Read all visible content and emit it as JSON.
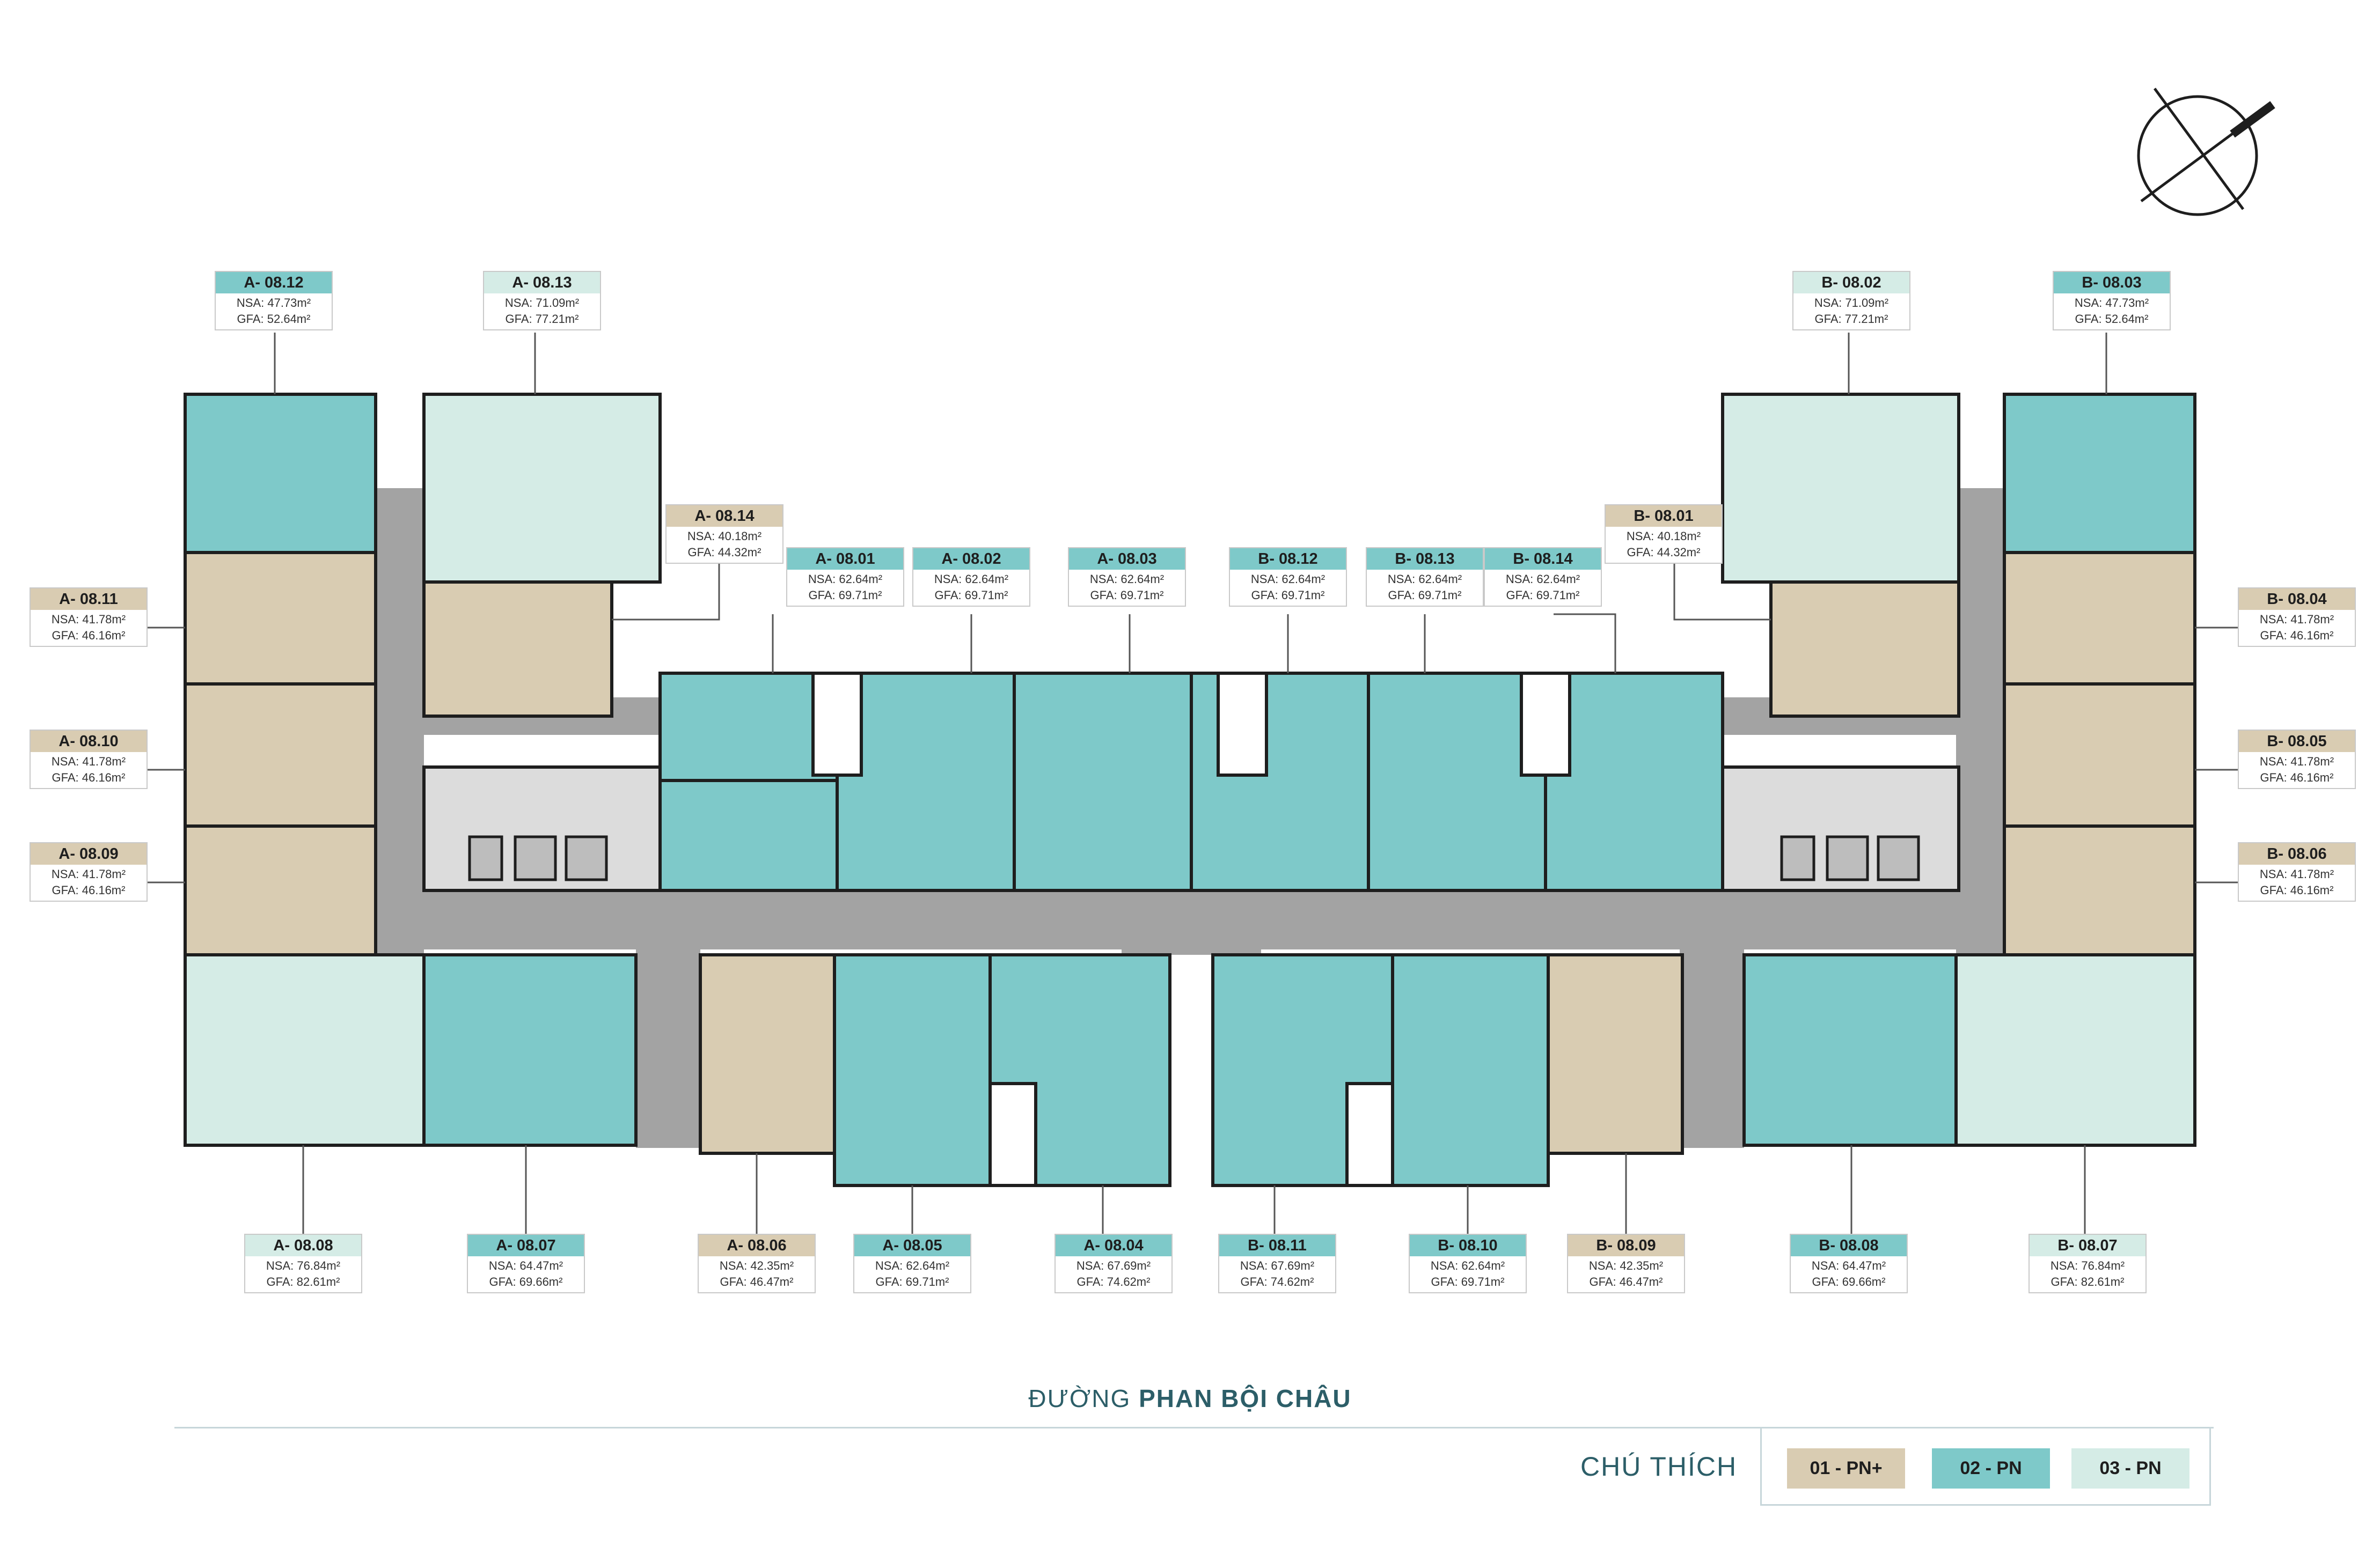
{
  "units": [
    {
      "code": "A- 08.12",
      "nsa": "NSA: 47.73m²",
      "gfa": "GFA: 52.64m²",
      "type": "02 - PN"
    },
    {
      "code": "A- 08.13",
      "nsa": "NSA: 71.09m²",
      "gfa": "GFA: 77.21m²",
      "type": "03 - PN"
    },
    {
      "code": "A- 08.14",
      "nsa": "NSA: 40.18m²",
      "gfa": "GFA: 44.32m²",
      "type": "01 - PN+"
    },
    {
      "code": "A- 08.11",
      "nsa": "NSA: 41.78m²",
      "gfa": "GFA: 46.16m²",
      "type": "01 - PN+"
    },
    {
      "code": "A- 08.10",
      "nsa": "NSA: 41.78m²",
      "gfa": "GFA: 46.16m²",
      "type": "01 - PN+"
    },
    {
      "code": "A- 08.09",
      "nsa": "NSA: 41.78m²",
      "gfa": "GFA: 46.16m²",
      "type": "01 - PN+"
    },
    {
      "code": "A- 08.01",
      "nsa": "NSA: 62.64m²",
      "gfa": "GFA: 69.71m²",
      "type": "02 - PN"
    },
    {
      "code": "A- 08.02",
      "nsa": "NSA: 62.64m²",
      "gfa": "GFA: 69.71m²",
      "type": "02 - PN"
    },
    {
      "code": "A- 08.03",
      "nsa": "NSA: 62.64m²",
      "gfa": "GFA: 69.71m²",
      "type": "02 - PN"
    },
    {
      "code": "B- 08.12",
      "nsa": "NSA: 62.64m²",
      "gfa": "GFA: 69.71m²",
      "type": "02 - PN"
    },
    {
      "code": "B- 08.13",
      "nsa": "NSA: 62.64m²",
      "gfa": "GFA: 69.71m²",
      "type": "02 - PN"
    },
    {
      "code": "B- 08.14",
      "nsa": "NSA: 62.64m²",
      "gfa": "GFA: 69.71m²",
      "type": "02 - PN"
    },
    {
      "code": "B- 08.01",
      "nsa": "NSA: 40.18m²",
      "gfa": "GFA: 44.32m²",
      "type": "01 - PN+"
    },
    {
      "code": "B- 08.02",
      "nsa": "NSA: 71.09m²",
      "gfa": "GFA: 77.21m²",
      "type": "03 - PN"
    },
    {
      "code": "B- 08.03",
      "nsa": "NSA: 47.73m²",
      "gfa": "GFA: 52.64m²",
      "type": "02 - PN"
    },
    {
      "code": "B- 08.04",
      "nsa": "NSA: 41.78m²",
      "gfa": "GFA: 46.16m²",
      "type": "01 - PN+"
    },
    {
      "code": "B- 08.05",
      "nsa": "NSA: 41.78m²",
      "gfa": "GFA: 46.16m²",
      "type": "01 - PN+"
    },
    {
      "code": "B- 08.06",
      "nsa": "NSA: 41.78m²",
      "gfa": "GFA: 46.16m²",
      "type": "01 - PN+"
    },
    {
      "code": "A- 08.08",
      "nsa": "NSA: 76.84m²",
      "gfa": "GFA: 82.61m²",
      "type": "03 - PN"
    },
    {
      "code": "A- 08.07",
      "nsa": "NSA: 64.47m²",
      "gfa": "GFA: 69.66m²",
      "type": "02 - PN"
    },
    {
      "code": "A- 08.06",
      "nsa": "NSA: 42.35m²",
      "gfa": "GFA: 46.47m²",
      "type": "01 - PN+"
    },
    {
      "code": "A- 08.05",
      "nsa": "NSA: 62.64m²",
      "gfa": "GFA: 69.71m²",
      "type": "02 - PN"
    },
    {
      "code": "A- 08.04",
      "nsa": "NSA: 67.69m²",
      "gfa": "GFA: 74.62m²",
      "type": "02 - PN"
    },
    {
      "code": "B- 08.11",
      "nsa": "NSA: 67.69m²",
      "gfa": "GFA: 74.62m²",
      "type": "02 - PN"
    },
    {
      "code": "B- 08.10",
      "nsa": "NSA: 62.64m²",
      "gfa": "GFA: 69.71m²",
      "type": "02 - PN"
    },
    {
      "code": "B- 08.09",
      "nsa": "NSA: 42.35m²",
      "gfa": "GFA: 46.47m²",
      "type": "01 - PN+"
    },
    {
      "code": "B- 08.08",
      "nsa": "NSA: 64.47m²",
      "gfa": "GFA: 69.66m²",
      "type": "02 - PN"
    },
    {
      "code": "B- 08.07",
      "nsa": "NSA: 76.84m²",
      "gfa": "GFA: 82.61m²",
      "type": "03 - PN"
    }
  ],
  "street": {
    "prefix": "ĐƯỜNG ",
    "name": "PHAN BỘI CHÂU"
  },
  "legend": {
    "title": "CHÚ THÍCH",
    "items": [
      {
        "label": "01 - PN+",
        "color": "#d9ccb2"
      },
      {
        "label": "02 - PN",
        "color": "#7ec9c9"
      },
      {
        "label": "03 - PN",
        "color": "#d5ece6"
      }
    ]
  },
  "colors": {
    "type1": "#d9ccb2",
    "type2": "#7ec9c9",
    "type3": "#d5ece6",
    "corridor": "#a3a3a3",
    "wall": "#1e1e1e"
  },
  "icons": {
    "compass": "north-arrow-icon"
  }
}
